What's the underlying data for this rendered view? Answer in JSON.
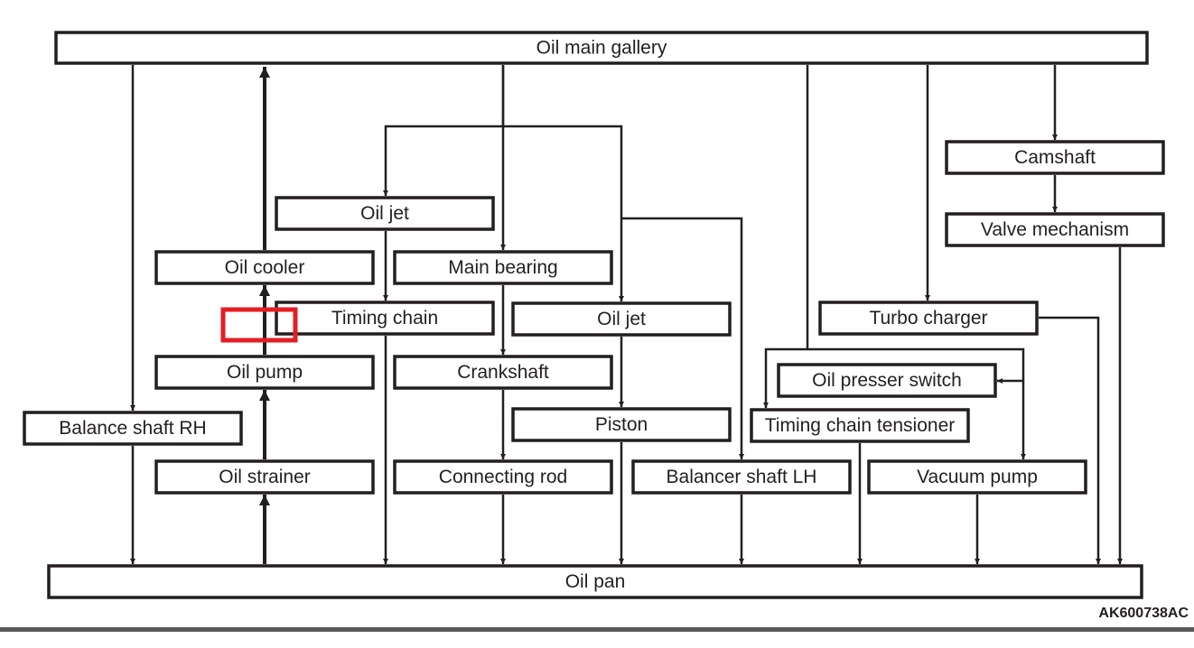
{
  "diagram": {
    "title": "Engine lubrication oil flow",
    "figure_id": "AK600738AC",
    "colors": {
      "line": "#231f20",
      "highlight": "#e31e24",
      "rule": "#58595b"
    },
    "nodes": [
      {
        "id": "oil-main-gallery",
        "label": "Oil main gallery"
      },
      {
        "id": "camshaft",
        "label": "Camshaft"
      },
      {
        "id": "valve-mechanism",
        "label": "Valve mechanism"
      },
      {
        "id": "oil-jet-1",
        "label": "Oil jet"
      },
      {
        "id": "oil-cooler",
        "label": "Oil cooler"
      },
      {
        "id": "main-bearing",
        "label": "Main bearing"
      },
      {
        "id": "timing-chain",
        "label": "Timing chain"
      },
      {
        "id": "oil-jet-2",
        "label": "Oil jet"
      },
      {
        "id": "turbo-charger",
        "label": "Turbo charger"
      },
      {
        "id": "oil-pump",
        "label": "Oil pump"
      },
      {
        "id": "crankshaft",
        "label": "Crankshaft"
      },
      {
        "id": "oil-presser-switch",
        "label": "Oil presser switch"
      },
      {
        "id": "balance-shaft-rh",
        "label": "Balance shaft RH"
      },
      {
        "id": "piston",
        "label": "Piston"
      },
      {
        "id": "timing-chain-tensioner",
        "label": "Timing chain tensioner"
      },
      {
        "id": "oil-strainer",
        "label": "Oil strainer"
      },
      {
        "id": "connecting-rod",
        "label": "Connecting rod"
      },
      {
        "id": "balancer-shaft-lh",
        "label": "Balancer shaft LH"
      },
      {
        "id": "vacuum-pump",
        "label": "Vacuum pump"
      },
      {
        "id": "oil-pan",
        "label": "Oil pan"
      }
    ],
    "edges": [
      {
        "from": "oil-main-gallery",
        "to": "balance-shaft-rh"
      },
      {
        "from": "oil-cooler",
        "to": "oil-main-gallery",
        "pressure": "main"
      },
      {
        "from": "oil-main-gallery",
        "to": "oil-jet-1"
      },
      {
        "from": "oil-main-gallery",
        "to": "main-bearing"
      },
      {
        "from": "oil-main-gallery",
        "to": "oil-jet-2"
      },
      {
        "from": "oil-main-gallery",
        "to": "balancer-shaft-lh"
      },
      {
        "from": "oil-main-gallery",
        "to": "timing-chain-tensioner"
      },
      {
        "from": "oil-main-gallery",
        "to": "oil-presser-switch"
      },
      {
        "from": "oil-main-gallery",
        "to": "vacuum-pump"
      },
      {
        "from": "oil-main-gallery",
        "to": "turbo-charger"
      },
      {
        "from": "oil-main-gallery",
        "to": "camshaft"
      },
      {
        "from": "camshaft",
        "to": "valve-mechanism"
      },
      {
        "from": "oil-jet-1",
        "to": "timing-chain"
      },
      {
        "from": "main-bearing",
        "to": "crankshaft"
      },
      {
        "from": "crankshaft",
        "to": "connecting-rod"
      },
      {
        "from": "oil-jet-2",
        "to": "piston"
      },
      {
        "from": "oil-pump",
        "to": "oil-cooler",
        "pressure": "main"
      },
      {
        "from": "oil-strainer",
        "to": "oil-pump",
        "pressure": "main"
      },
      {
        "from": "oil-pan",
        "to": "oil-strainer",
        "pressure": "main"
      },
      {
        "from": "balance-shaft-rh",
        "to": "oil-pan"
      },
      {
        "from": "timing-chain",
        "to": "oil-pan"
      },
      {
        "from": "connecting-rod",
        "to": "oil-pan"
      },
      {
        "from": "piston",
        "to": "oil-pan"
      },
      {
        "from": "balancer-shaft-lh",
        "to": "oil-pan"
      },
      {
        "from": "timing-chain-tensioner",
        "to": "oil-pan"
      },
      {
        "from": "vacuum-pump",
        "to": "oil-pan"
      },
      {
        "from": "turbo-charger",
        "to": "oil-pan"
      },
      {
        "from": "valve-mechanism",
        "to": "oil-pan"
      }
    ],
    "highlight": {
      "target": "oil-pump-to-oil-cooler",
      "description": "Red marker on line between oil pump and oil cooler"
    }
  }
}
